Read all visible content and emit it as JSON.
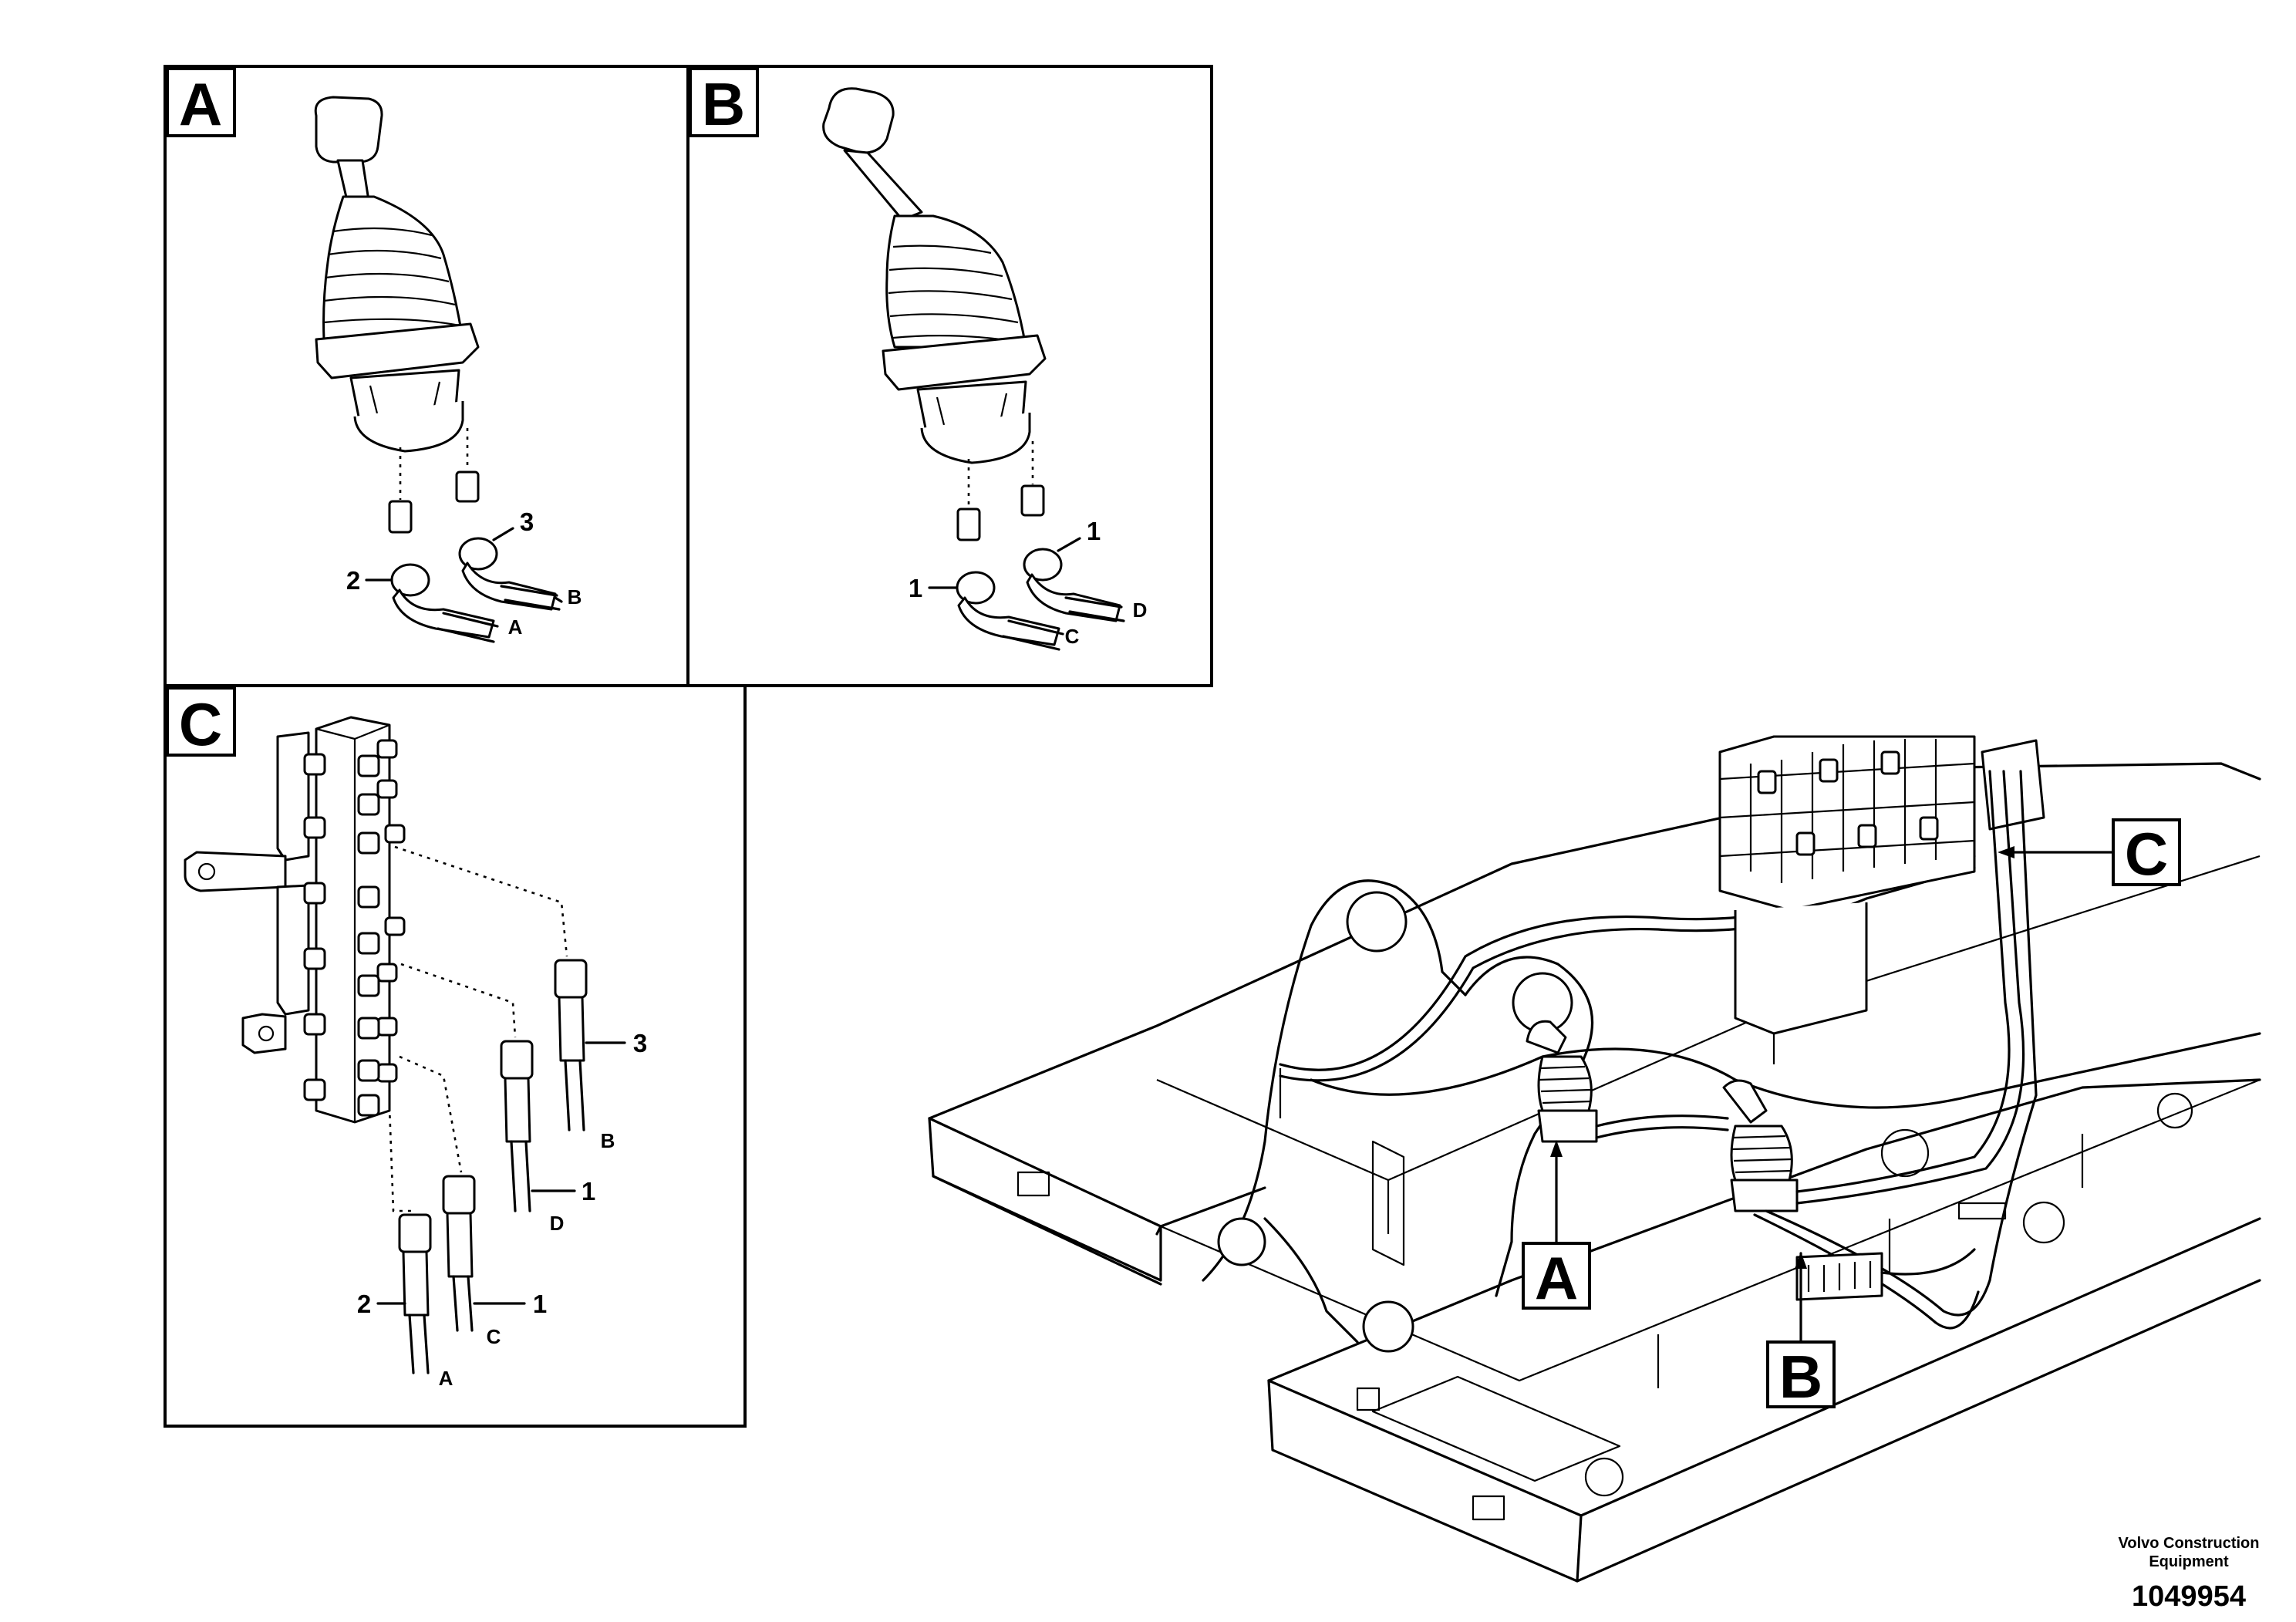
{
  "panels": [
    {
      "id": "A",
      "label": "A"
    },
    {
      "id": "B",
      "label": "B"
    },
    {
      "id": "C",
      "label": "C"
    }
  ],
  "callouts": {
    "A": {
      "n2": "2",
      "n3": "3",
      "hoseA": "A",
      "hoseB": "B"
    },
    "B": {
      "n1a": "1",
      "n1b": "1",
      "hoseC": "C",
      "hoseD": "D"
    },
    "C": {
      "n3": "3",
      "n1a": "1",
      "n1b": "1",
      "n2": "2",
      "hoseA": "A",
      "hoseB": "B",
      "hoseC": "C",
      "hoseD": "D"
    }
  },
  "overview_markers": [
    "A",
    "B",
    "C"
  ],
  "footer": {
    "company_line1": "Volvo Construction",
    "company_line2": "Equipment",
    "drawing_number": "1049954"
  }
}
